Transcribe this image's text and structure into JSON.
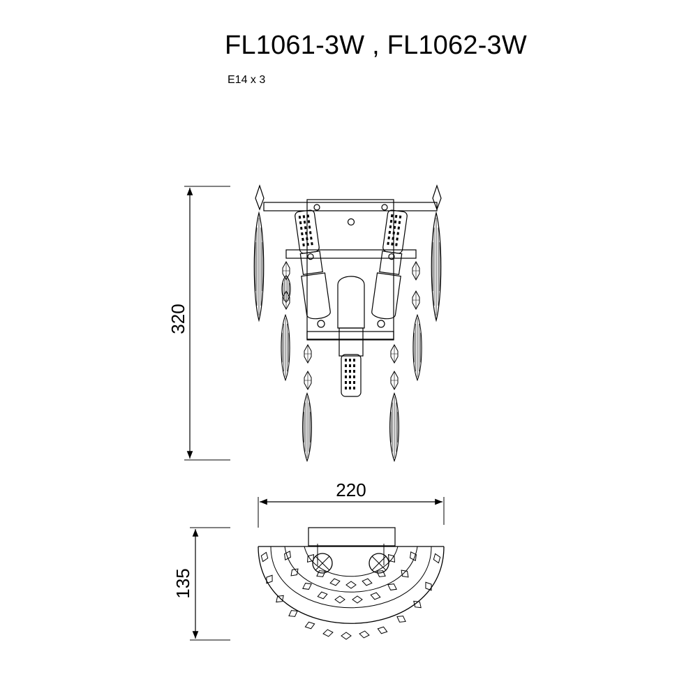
{
  "header": {
    "title": "FL1061-3W , FL1062-3W",
    "subtitle": "E14 x 3"
  },
  "dimensions": {
    "height": "320",
    "width": "220",
    "depth": "135"
  }
}
